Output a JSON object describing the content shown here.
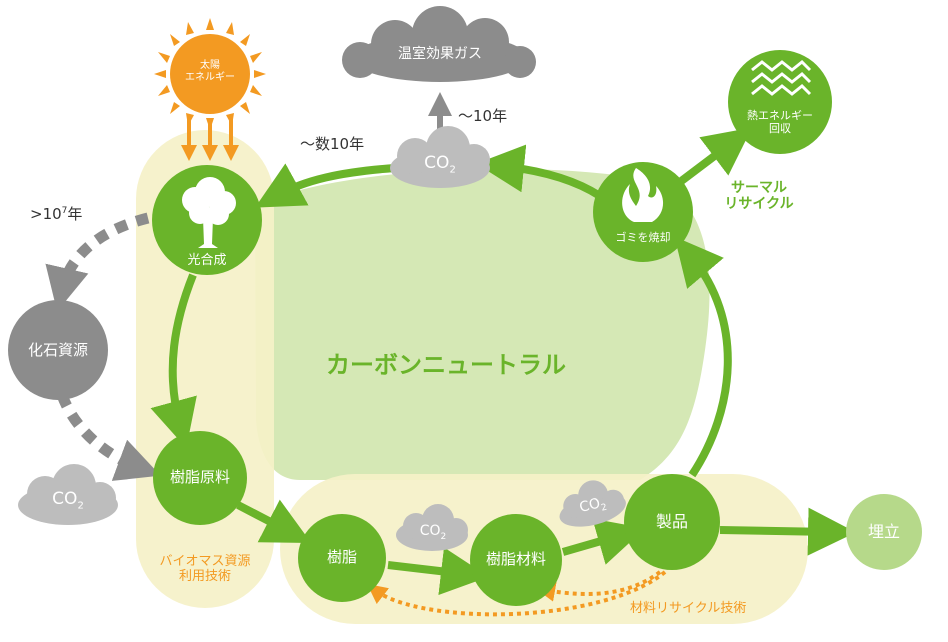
{
  "sun": {
    "label_line1": "太陽",
    "label_line2": "エネルギー"
  },
  "ghg": {
    "label": "温室効果ガス"
  },
  "co2": {
    "label": "CO",
    "sub": "2"
  },
  "time": {
    "ten_years": "～10年",
    "tens_of_years": "～数10年",
    "ten7_prefix": ">10",
    "ten7_sup": "7",
    "ten7_suffix": "年"
  },
  "nodes": {
    "photosynthesis": "光合成",
    "fossil": "化石資源",
    "resin_raw": "樹脂原料",
    "resin": "樹脂",
    "resin_material": "樹脂材料",
    "product": "製品",
    "landfill": "埋立",
    "incineration": "ゴミを焼却",
    "heat_line1": "熱エネルギー",
    "heat_line2": "回収"
  },
  "labels": {
    "carbon_neutral": "カーボンニュートラル",
    "thermal_line1": "サーマル",
    "thermal_line2": "リサイクル",
    "biomass_line1": "バイオマス資源",
    "biomass_line2": "利用技術",
    "material_recycle": "材料リサイクル技術"
  },
  "colors": {
    "green": "#6ab42a",
    "light_green": "#d5e8b5",
    "pale_yellow": "#f5f1c8",
    "orange": "#f39a22",
    "grey": "#8c8c8c",
    "light_grey": "#bdbdbd",
    "landfill_green": "#b6d98a"
  }
}
